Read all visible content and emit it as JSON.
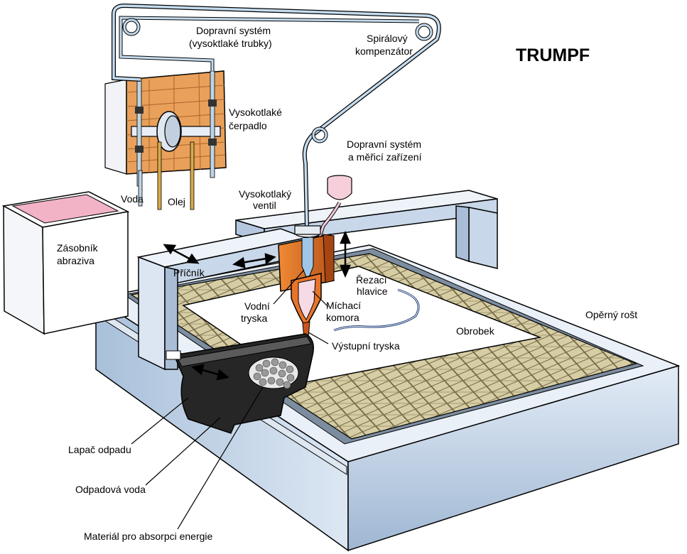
{
  "brand": "TRUMPF",
  "labels": {
    "transport_system_top_1": "Dopravní systém",
    "transport_system_top_2": "(vysoktlaké trubky)",
    "spiral_compensator_1": "Spirálový",
    "spiral_compensator_2": "kompenzátor",
    "hp_pump_1": "Vysokotlaké",
    "hp_pump_2": "čerpadlo",
    "transport_measuring_1": "Dopravní systém",
    "transport_measuring_2": "a měřicí zařízení",
    "water": "Voda",
    "oil": "Olej",
    "hp_valve_1": "Vysokotlaký",
    "hp_valve_2": "ventil",
    "abrasive_tank_1": "Zásobník",
    "abrasive_tank_2": "abraziva",
    "crossbeam": "Příčník",
    "cutting_head_1": "Řezací",
    "cutting_head_2": "hlavice",
    "water_nozzle_1": "Vodní",
    "water_nozzle_2": "tryska",
    "mixing_chamber_1": "Míchací",
    "mixing_chamber_2": "komora",
    "workpiece": "Obrobek",
    "support_grate": "Opěrný rošt",
    "outlet_nozzle": "Výstupní tryska",
    "waste_catcher": "Lapač odpadu",
    "waste_water": "Odpadová voda",
    "energy_absorb": "Materiál pro absorpci energie"
  },
  "colors": {
    "pump_orange": "#e9a05a",
    "head_orange": "#e8742a",
    "pipe_blue": "#b9d3e6",
    "frame_blue": "#c9d9ec",
    "grate": "#d4cba3",
    "tank_pink": "#f3b3c6",
    "oil_tube": "#d8aa4a",
    "catcher_dark": "#2a2a2a"
  }
}
